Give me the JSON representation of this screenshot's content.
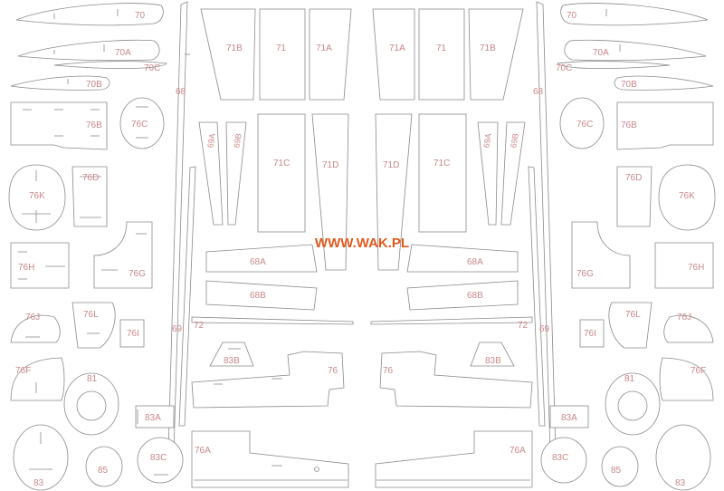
{
  "watermark": "WWW.WAK.PL",
  "colors": {
    "outline": "#8a8a8a",
    "label": "#c9878a",
    "watermark": "#e05a1e",
    "background": "#ffffff"
  },
  "part_labels": {
    "p70": "70",
    "p70a": "70A",
    "p70b": "70B",
    "p70c": "70C",
    "p68": "68",
    "p71": "71",
    "p71a": "71A",
    "p71b": "71B",
    "p71c": "71C",
    "p71d": "71D",
    "p69a": "69A",
    "p69b": "69B",
    "p76b": "76B",
    "p76c": "76C",
    "p76d": "76D",
    "p76k": "76K",
    "p76g": "76G",
    "p76h": "76H",
    "p68a": "68A",
    "p68b": "68B",
    "p69": "69",
    "p72": "72",
    "p76l": "76L",
    "p76j": "76J",
    "p76i": "76I",
    "p83b": "83B",
    "p76": "76",
    "p76f": "76F",
    "p81": "81",
    "p83a": "83A",
    "p76a": "76A",
    "p83c": "83C",
    "p85": "85",
    "p83": "83"
  }
}
